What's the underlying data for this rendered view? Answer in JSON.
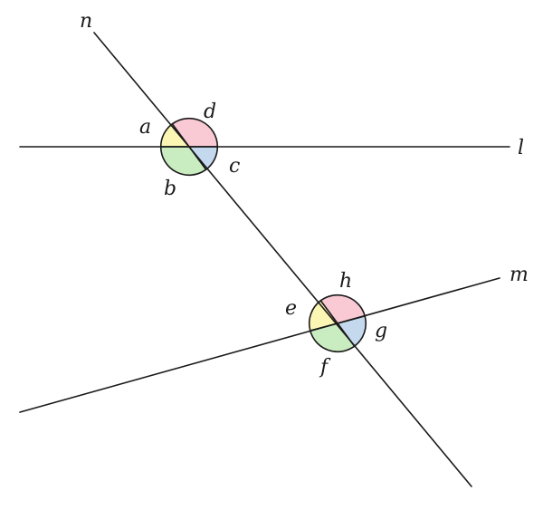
{
  "lines": {
    "l": "l",
    "m": "m",
    "n": "n"
  },
  "angles": {
    "a": "a",
    "b": "b",
    "c": "c",
    "d": "d",
    "e": "e",
    "f": "f",
    "g": "g",
    "h": "h"
  },
  "colors": {
    "yellow": "#fbf6b4",
    "pink": "#f9c9d4",
    "green": "#c9ecc0",
    "blue": "#c4d9ee",
    "stroke": "#1a1a1a"
  }
}
